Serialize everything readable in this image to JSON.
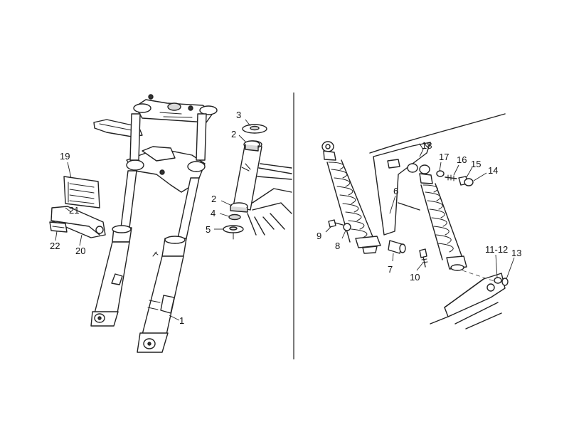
{
  "callouts": {
    "c1": "1",
    "c2a": "2",
    "c2b": "2",
    "c3": "3",
    "c4": "4",
    "c5": "5",
    "c6": "6",
    "c7": "7",
    "c8": "8",
    "c9": "9",
    "c10": "10",
    "c11_12": "11-12",
    "c13": "13",
    "c14": "14",
    "c15": "15",
    "c16": "16",
    "c17": "17",
    "c18": "18",
    "c19": "19",
    "c20": "20",
    "c21": "21",
    "c22": "22"
  },
  "colors": {
    "ink": "#222222",
    "background": "#ffffff"
  }
}
